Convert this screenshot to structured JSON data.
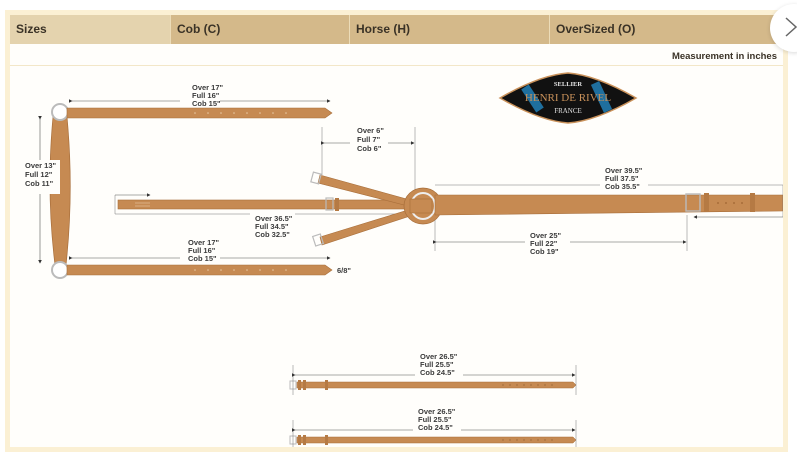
{
  "table": {
    "headers": [
      "Sizes",
      "Cob (C)",
      "Horse (H)",
      "OverSized (O)"
    ],
    "unit_note": "Measurement in inches"
  },
  "logo": {
    "top": "SELLIER",
    "name": "HENRI DE RIVEL",
    "bottom": "FRANCE"
  },
  "measurements": {
    "crown_top": [
      "Over 17\"",
      "Full 16\"",
      "Cob 15\""
    ],
    "crown_bottom": [
      "Over 17\"",
      "Full 16\"",
      "Cob 15\""
    ],
    "browband": [
      "Over 13\"",
      "Full 12\"",
      "Cob 11\""
    ],
    "split_strap": [
      "Over 6\"",
      "Full 7\"",
      "Cob 6\""
    ],
    "left_strap": [
      "Over 36.5\"",
      "Full 34.5\"",
      "Cob 32.5\""
    ],
    "right_strap_total": [
      "Over 39.5\"",
      "Full 37.5\"",
      "Cob 35.5\""
    ],
    "right_strap_to_buckle": [
      "Over 25\"",
      "Full 22\"",
      "Cob 19\""
    ],
    "strap_width": "6/8\"",
    "lower_strap_1": [
      "Over 26.5\"",
      "Full 25.5\"",
      "Cob 24.5\""
    ],
    "lower_strap_2": [
      "Over 26.5\"",
      "Full 25.5\"",
      "Cob 24.5\""
    ]
  },
  "colors": {
    "leather": "#c68a52",
    "leather_edge": "#a86e3a",
    "header_bg": "#d4b98a",
    "header_first": "#e4d3ae",
    "frame": "#fbf0d4",
    "logo_bg": "#111111",
    "logo_blue": "#1f6f9e",
    "logo_gold": "#c9915a"
  },
  "nav": {
    "next_icon": "chevron-right-icon"
  }
}
